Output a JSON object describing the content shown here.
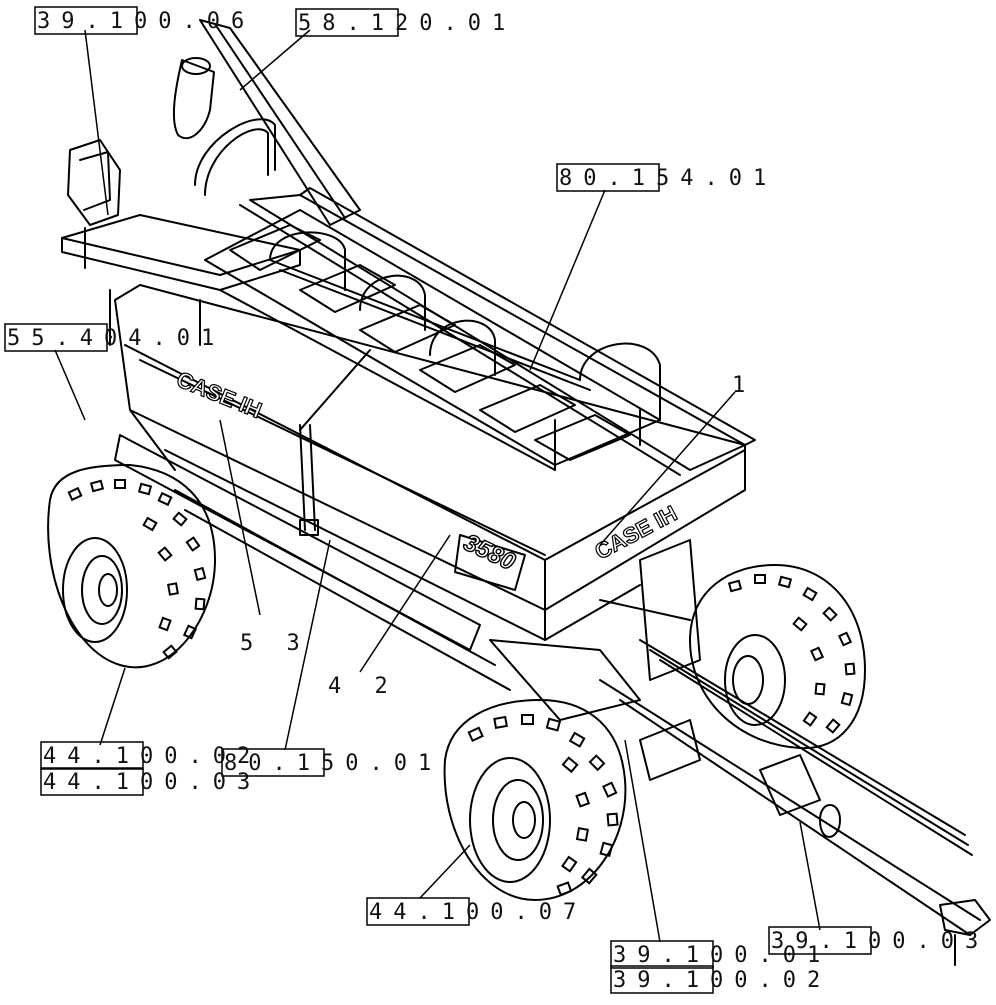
{
  "diagram": {
    "refs": {
      "r1": "39.100.06",
      "r2": "58.120.01",
      "r3": "80.154.01",
      "r4": "55.404.01",
      "r5": "44.100.02",
      "r6": "44.100.03",
      "r7": "80.150.01",
      "r8": "44.100.07",
      "r9": "39.100.01",
      "r10": "39.100.02",
      "r11": "39.100.03"
    },
    "callouts": {
      "c1": "1",
      "c2": "4 2",
      "c3": "5 3"
    },
    "decals": {
      "brand_side": "CASE IH",
      "brand_front": "CASE IH",
      "model": "3580"
    }
  }
}
